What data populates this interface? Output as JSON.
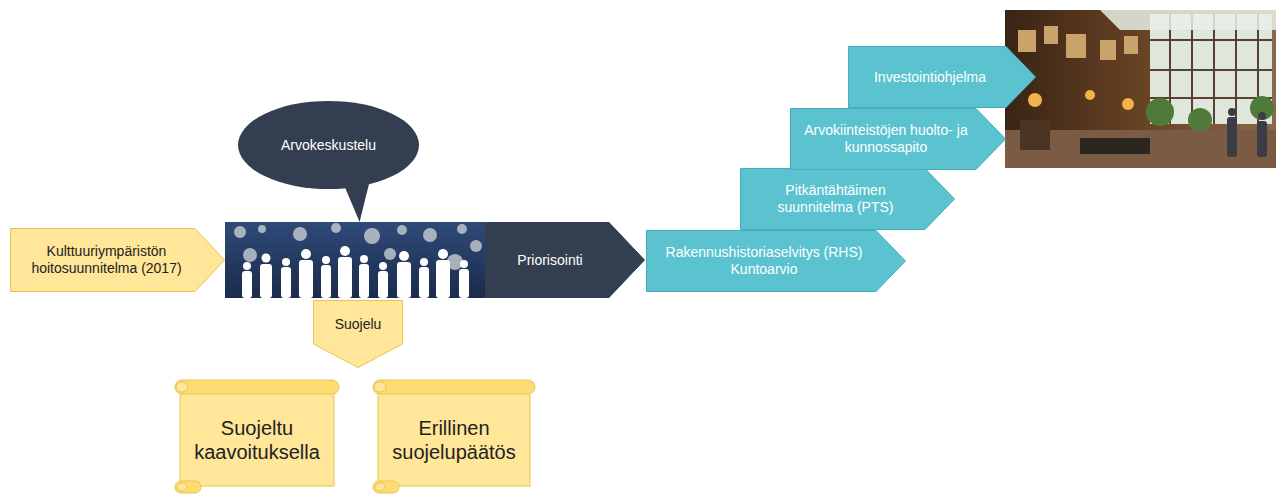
{
  "diagram": {
    "nodes": [
      {
        "text": [
          "Kulttuuriympäristön hoitosuunnitelma (2017)"
        ]
      },
      {
        "text": [
          "Arvokeskustelu"
        ]
      },
      {
        "text": [
          "Priorisointi"
        ]
      },
      {
        "text": [
          "Rakennushistoriaselvitys (RHS) Kuntoarvio"
        ]
      },
      {
        "text": [
          "Pitkäntähtäimen suunnitelma (PTS)"
        ]
      },
      {
        "text": [
          "Arvokiinteistöjen huolto- ja kunnossapito"
        ]
      },
      {
        "text": [
          "Investointiohjelma"
        ]
      },
      {
        "text": [
          "Suojelu"
        ]
      },
      {
        "text": [
          "Suojeltu kaavoituksella"
        ]
      },
      {
        "text": [
          "Erillinen suojelupäätös"
        ]
      }
    ]
  }
}
